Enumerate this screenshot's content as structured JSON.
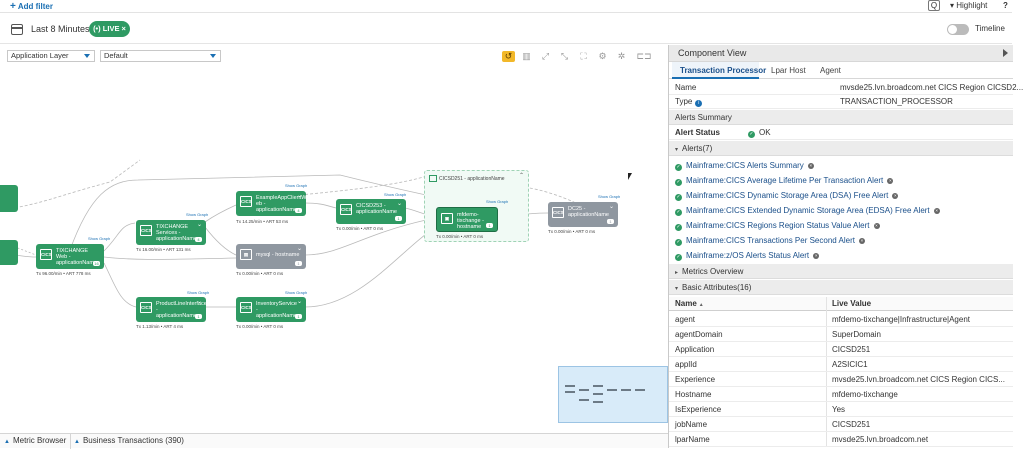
{
  "filterbar": {
    "add_filter": "Add filter",
    "search_glyph": "Q",
    "highlight": "Highlight",
    "help": "?"
  },
  "timebar": {
    "range": "Last 8 Minutes",
    "live": "LIVE",
    "timeline": "Timeline"
  },
  "graph_controls": {
    "layer": "Application Layer",
    "perspective": "Default"
  },
  "nodes": {
    "n1": {
      "label1": "TIXCHANGE Web -",
      "label2": "applicationName",
      "badge": "16",
      "stat": "Tx 96.00/min  •  ART 778 ms",
      "show": "Show Graph"
    },
    "n2": {
      "label1": "TIXCHANGE Services -",
      "label2": "applicationName",
      "badge": "4",
      "stat": "Tx 16.00/min  •  ART 131 ms",
      "show": "Show Graph"
    },
    "n3": {
      "label1": "ExampleAppClientWe",
      "label2": "eb - applicationName",
      "badge": "4",
      "stat": "Tx 14.25/min  •  ART 53 ms",
      "show": "Show Graph"
    },
    "n4": {
      "label1": "mysql - hostname",
      "label2": "",
      "badge": "1",
      "stat": "Tx 0.00/min  •  ART 0 ms",
      "show": ""
    },
    "n5": {
      "label1": "CICSD253 -",
      "label2": "applicationName",
      "badge": "1",
      "stat": "Tx 0.00/min  •  ART 0 ms",
      "show": "Show Graph"
    },
    "n6": {
      "label1": "mfdemo-tixchange -",
      "label2": "hostname",
      "badge": "1",
      "stat": "Tx 0.00/min  •  ART 0 ms",
      "show": "Show Graph"
    },
    "n7": {
      "label1": "DC25 -",
      "label2": "applicationName",
      "badge": "1",
      "stat": "Tx 0.00/min  •  ART 0 ms",
      "show": "Show Graph"
    },
    "n8": {
      "label1": "ProductLineInterface -",
      "label2": "applicationName",
      "badge": "1",
      "stat": "Tx 1.13/min  •  ART 4 ms",
      "show": "Show Graph"
    },
    "n9": {
      "label1": "InventoryService -",
      "label2": "applicationName",
      "badge": "1",
      "stat": "Tx 0.00/min  •  ART 0 ms",
      "show": "Show Graph"
    },
    "group_title": "CICSD251 - applicationName",
    "icon_text": "CICS"
  },
  "bottom": {
    "metric_browser": "Metric Browser",
    "business_tx": "Business Transactions (390)"
  },
  "panel": {
    "title": "Component View",
    "tabs": [
      "Transaction Processor",
      "Lpar Host",
      "Agent"
    ],
    "name_label": "Name",
    "name_value": "mvsde25.lvn.broadcom.net CICS Region CICSD2...",
    "type_label": "Type",
    "type_value": "TRANSACTION_PROCESSOR",
    "alerts_summary": "Alerts Summary",
    "alert_status_label": "Alert Status",
    "alert_status_value": "OK",
    "alerts_header": "Alerts(7)",
    "alerts": [
      "Mainframe:CICS Alerts Summary",
      "Mainframe:CICS Average Lifetime Per Transaction Alert",
      "Mainframe:CICS Dynamic Storage Area (DSA) Free Alert",
      "Mainframe:CICS Extended Dynamic Storage Area (EDSA) Free Alert",
      "Mainframe:CICS Regions Region Status Value Alert",
      "Mainframe:CICS Transactions Per Second Alert",
      "Mainframe:z/OS Alerts Status Alert"
    ],
    "metrics_overview": "Metrics Overview",
    "basic_attributes": "Basic Attributes(16)",
    "col_name": "Name",
    "col_value": "Live Value",
    "attributes": [
      {
        "name": "agent",
        "value": "mfdemo-tixchange|Infrastructure|Agent"
      },
      {
        "name": "agentDomain",
        "value": "SuperDomain"
      },
      {
        "name": "Application",
        "value": "CICSD251"
      },
      {
        "name": "applId",
        "value": "A2SICIC1"
      },
      {
        "name": "Experience",
        "value": "mvsde25.lvn.broadcom.net CICS Region CICS..."
      },
      {
        "name": "Hostname",
        "value": "mfdemo-tixchange"
      },
      {
        "name": "IsExperience",
        "value": "Yes"
      },
      {
        "name": "jobName",
        "value": "CICSD251"
      },
      {
        "name": "lparName",
        "value": "mvsde25.lvn.broadcom.net"
      }
    ]
  },
  "colors": {
    "node_green": "#2f9a63",
    "node_gray": "#8f97a0",
    "accent_blue": "#1a6fb3",
    "active_tool": "#f2b829"
  }
}
